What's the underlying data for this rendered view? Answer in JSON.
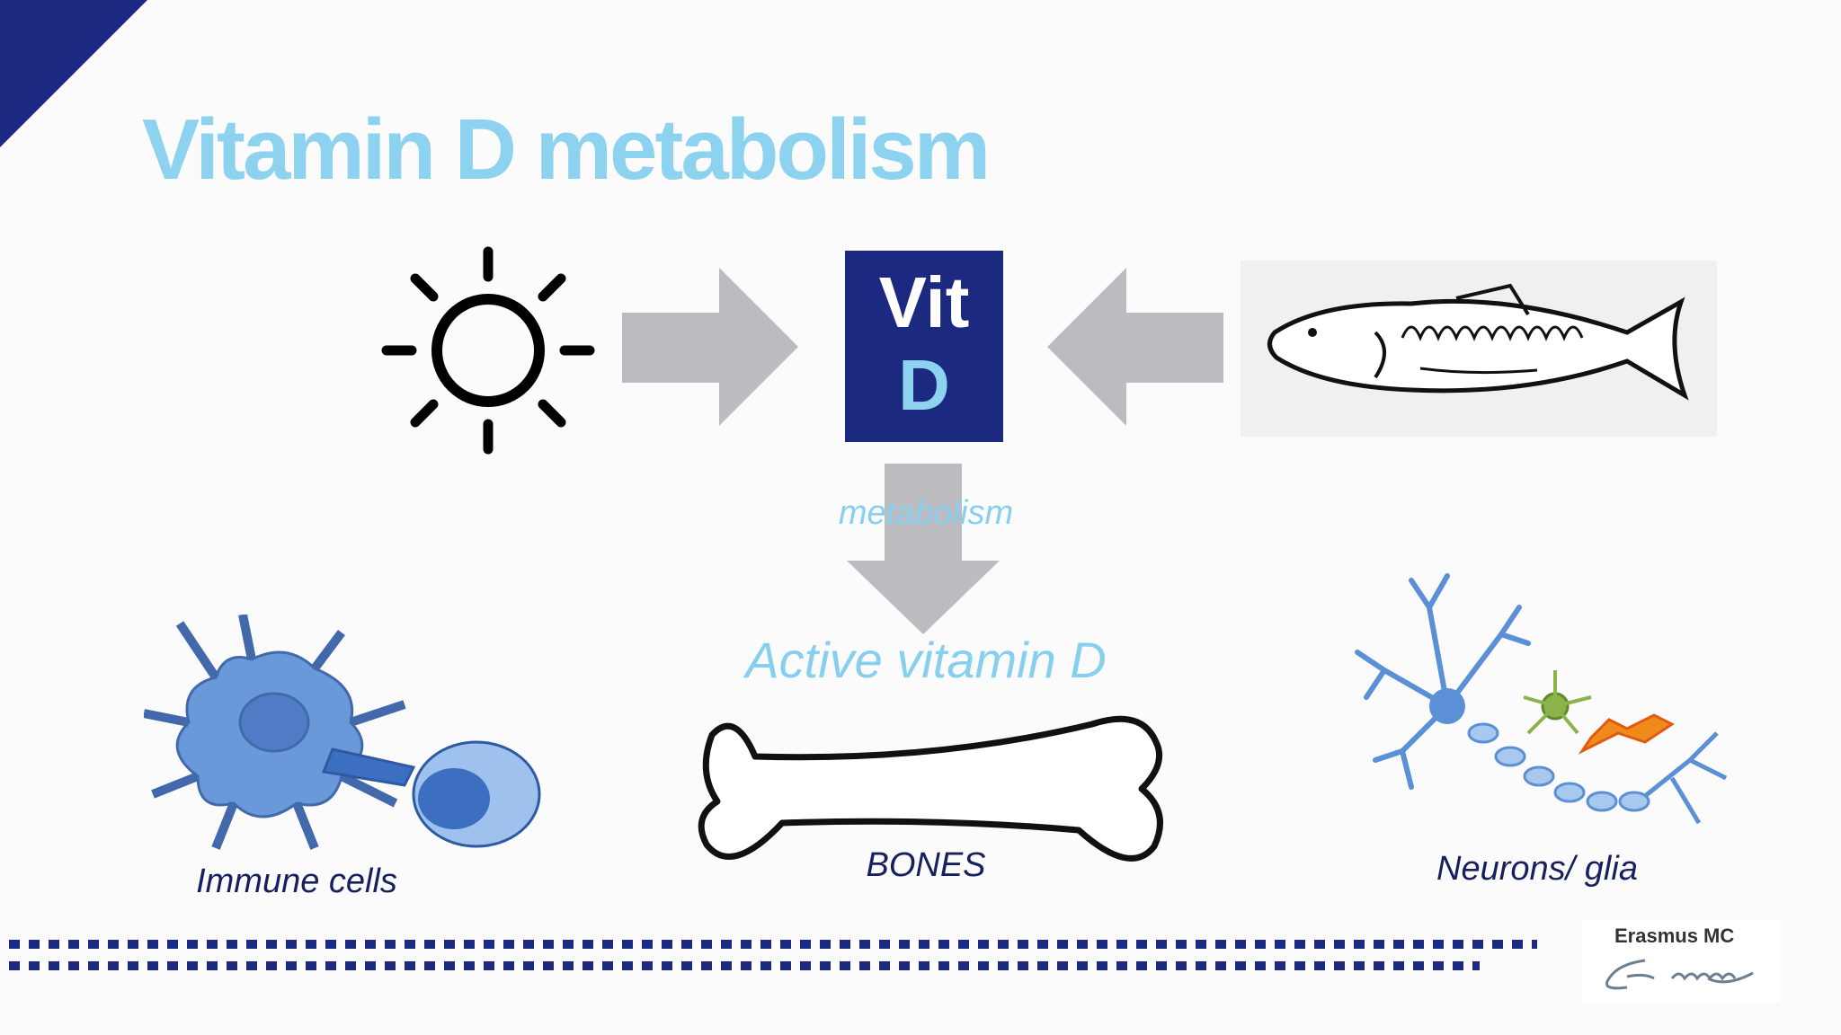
{
  "slide": {
    "title": "Vitamin D metabolism",
    "vit_box": {
      "line1": "Vit",
      "line2": "D"
    },
    "metabolism_label": "metabolism",
    "active_label": "Active vitamin D",
    "labels": {
      "immune": "Immune cells",
      "bones": "BONES",
      "neurons": "Neurons/ glia"
    },
    "logo_text": "Erasmus MC"
  },
  "colors": {
    "title": "#8dd2ee",
    "navy": "#1b2a80",
    "arrow": "#bcbcc0",
    "label": "#16205e",
    "light_blue_text": "#86cfee",
    "cell_blue": "#5b8fd6"
  },
  "icons": [
    "sun-icon",
    "fish-icon",
    "immune-cell-icon",
    "bone-icon",
    "neuron-icon"
  ]
}
